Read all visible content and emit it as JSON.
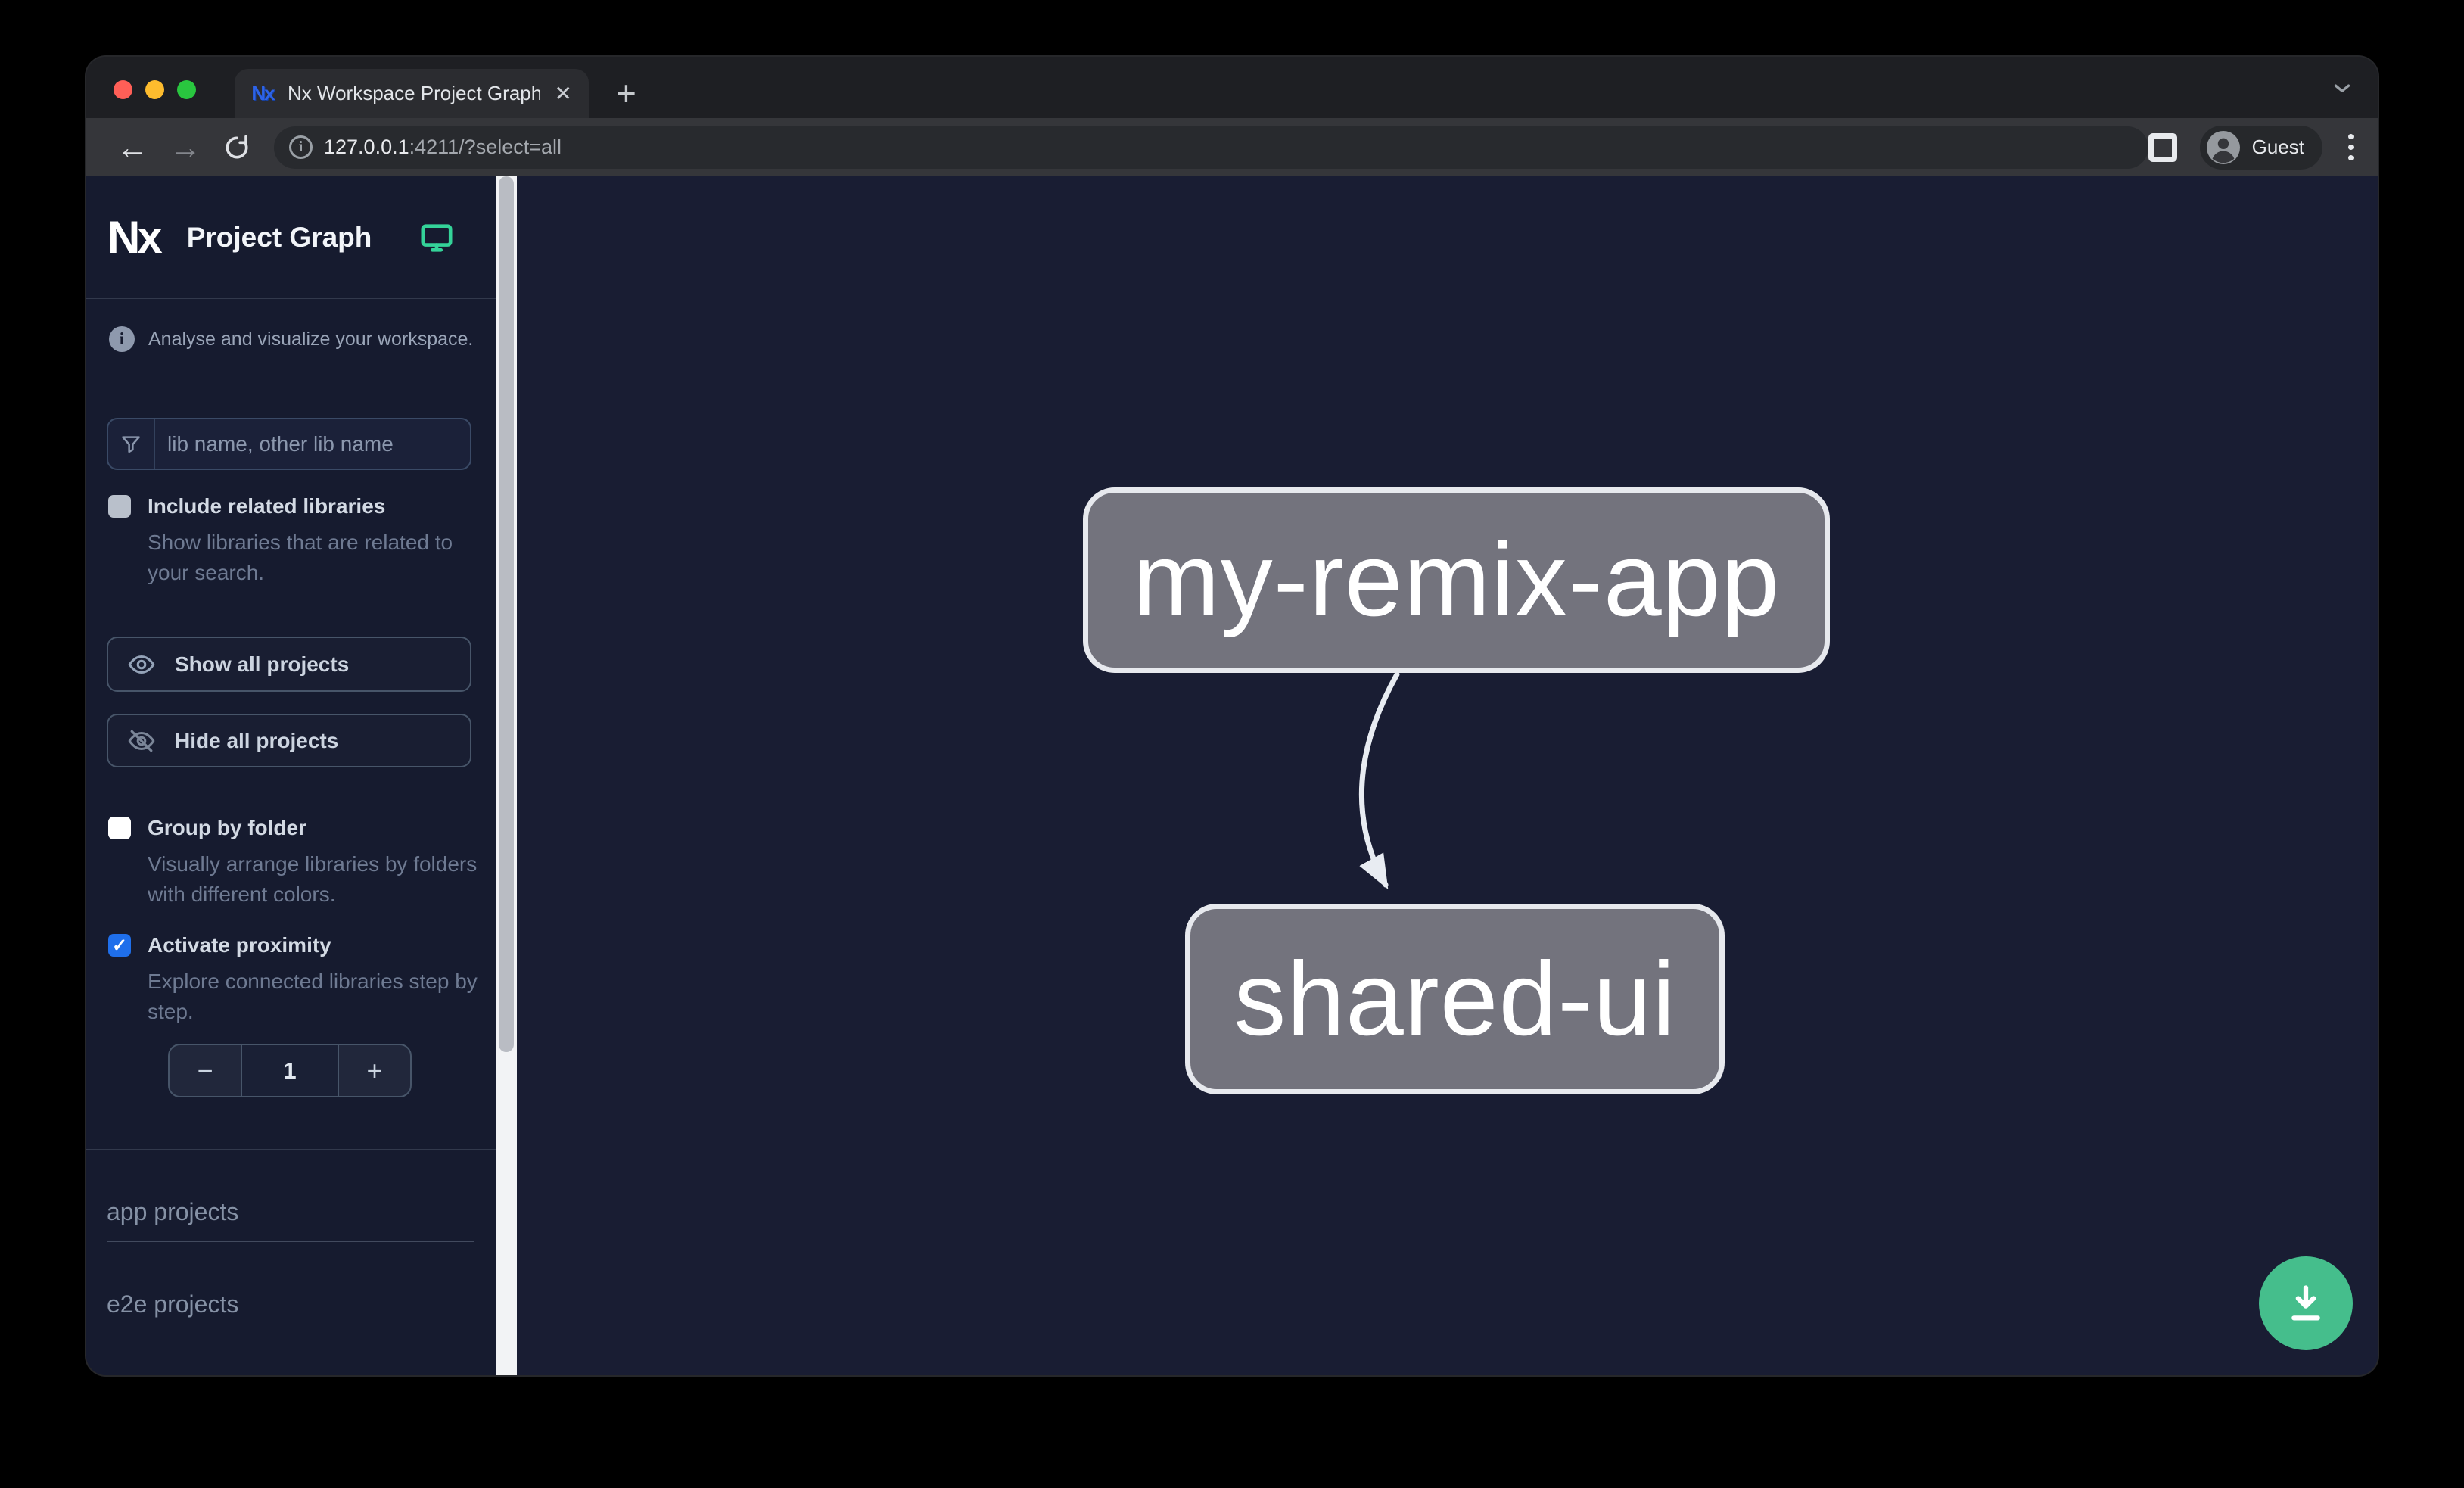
{
  "browser": {
    "tab_title": "Nx Workspace Project Graph",
    "new_tab_glyph": "+",
    "tab_close_glyph": "✕",
    "url": {
      "host": "127.0.0.1",
      "rest": ":4211/?select=all"
    },
    "profile_label": "Guest"
  },
  "sidebar": {
    "title": "Project Graph",
    "info": "Analyse and visualize your workspace.",
    "search": {
      "placeholder": "lib name, other lib name"
    },
    "include_related": {
      "label": "Include related libraries",
      "desc": "Show libraries that are related to your search.",
      "checked": false
    },
    "show_all_label": "Show all projects",
    "hide_all_label": "Hide all projects",
    "group_by_folder": {
      "label": "Group by folder",
      "desc": "Visually arrange libraries by folders with different colors.",
      "checked": false
    },
    "proximity": {
      "label": "Activate proximity",
      "desc": "Explore connected libraries step by step.",
      "checked": true,
      "check_glyph": "✓"
    },
    "stepper": {
      "minus": "−",
      "value": "1",
      "plus": "+"
    },
    "sections": {
      "app": "app projects",
      "e2e": "e2e projects"
    }
  },
  "graph": {
    "nodes": {
      "node1": "my-remix-app",
      "node2": "shared-ui"
    },
    "edges": [
      {
        "source": "my-remix-app",
        "target": "shared-ui"
      }
    ]
  },
  "colors": {
    "accent_green_fab": "#45be8c",
    "monitor_icon_green": "#34d399",
    "checkbox_blue": "#1f6feb",
    "node_fill": "#73737d",
    "node_border": "#e7e9ee",
    "sidebar_bg": "#161b2f",
    "canvas_bg": "#191d33"
  }
}
